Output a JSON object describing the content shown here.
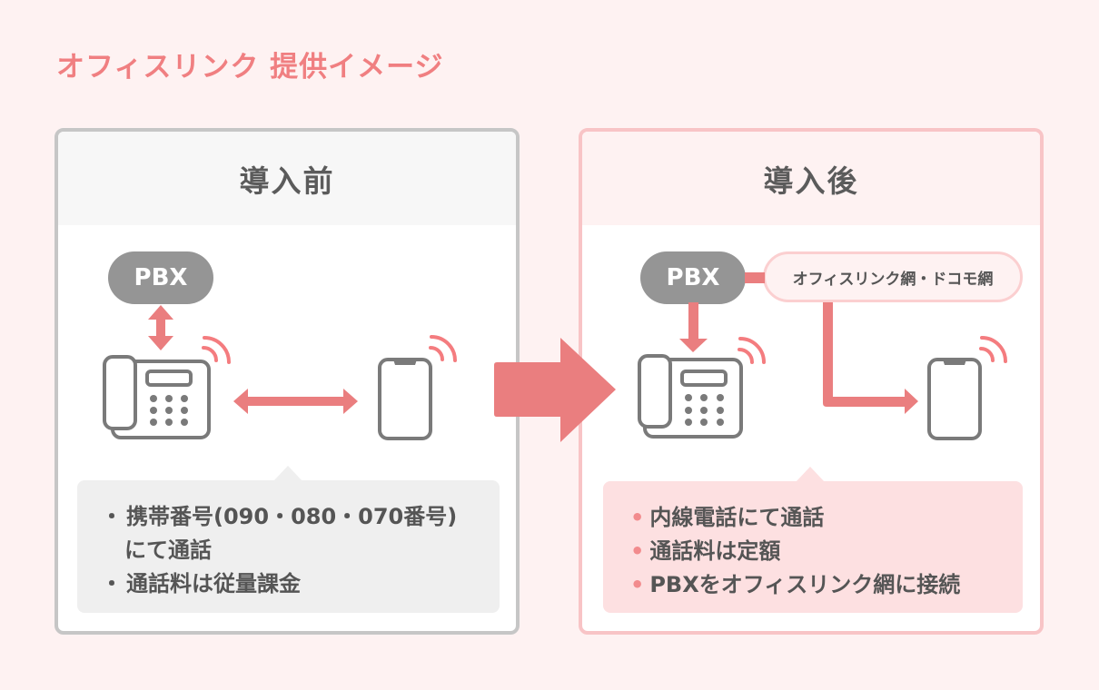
{
  "title": "オフィスリンク 提供イメージ",
  "colors": {
    "accent": "#f07f81",
    "arrow": "#ea7e7f",
    "device_gray": "#7a7a7a",
    "pbx_gray": "#959595",
    "before_border": "#c6c6c6",
    "after_border": "#f8c4c6",
    "background": "#fef2f2"
  },
  "before": {
    "heading": "導入前",
    "pbx_label": "PBX",
    "icons": [
      "pbx-node",
      "desk-phone-icon",
      "smartphone-icon",
      "signal-waves-icon",
      "double-arrow-vertical",
      "double-arrow-horizontal"
    ],
    "notes": [
      {
        "bullet": "・",
        "lines": [
          "携帯番号(090・080・070番号)",
          "にて通話"
        ]
      },
      {
        "bullet": "・",
        "lines": [
          "通話料は従量課金"
        ]
      }
    ]
  },
  "transition_arrow": "right-arrow-icon",
  "after": {
    "heading": "導入後",
    "pbx_label": "PBX",
    "network_label": "オフィスリンク網・ドコモ網",
    "notes": [
      {
        "bullet": "•",
        "text": "内線電話にて通話"
      },
      {
        "bullet": "•",
        "text": "通話料は定額"
      },
      {
        "bullet": "•",
        "text": "PBXをオフィスリンク網に接続"
      }
    ]
  }
}
